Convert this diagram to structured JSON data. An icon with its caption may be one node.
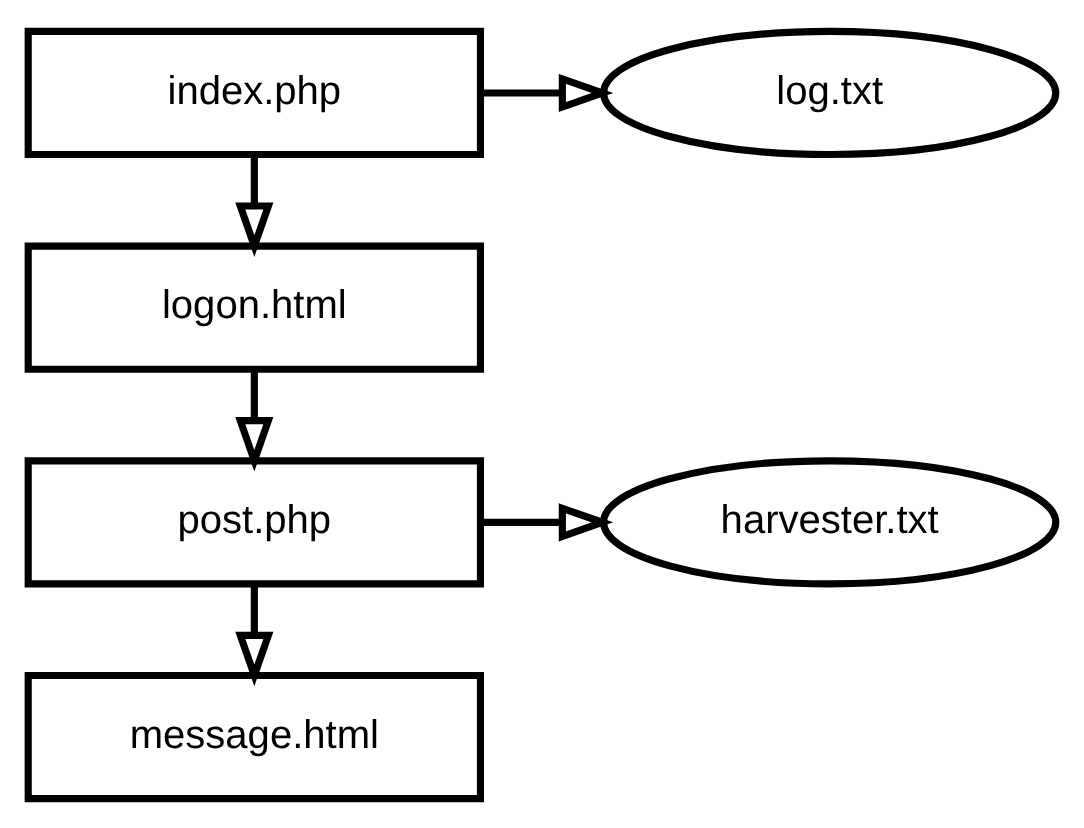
{
  "diagram": {
    "nodes": [
      {
        "text": [
          "index.php"
        ]
      },
      {
        "text": [
          "log.txt"
        ]
      },
      {
        "text": [
          "logon.html"
        ]
      },
      {
        "text": [
          "post.php"
        ]
      },
      {
        "text": [
          "harvester.txt"
        ]
      },
      {
        "text": [
          "message.html"
        ]
      }
    ],
    "edges": [
      {
        "from": 0,
        "to": 1,
        "arrow": "to"
      },
      {
        "from": 0,
        "to": 2,
        "arrow": "to"
      },
      {
        "from": 2,
        "to": 3,
        "arrow": "to"
      },
      {
        "from": 3,
        "to": 4,
        "arrow": "to"
      },
      {
        "from": 3,
        "to": 5,
        "arrow": "to"
      }
    ]
  }
}
